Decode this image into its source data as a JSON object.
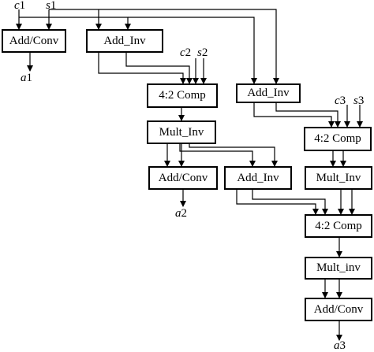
{
  "diagram": {
    "inputs": {
      "c1": "c1",
      "s1": "s1",
      "c2": "c2",
      "s2": "s2",
      "c3": "c3",
      "s3": "s3"
    },
    "outputs": {
      "a1": "a1",
      "a2": "a2",
      "a3": "a3"
    },
    "blocks": {
      "add_conv_1": "Add/Conv",
      "add_inv_1": "Add_Inv",
      "comp_1": "4:2 Comp",
      "add_inv_2": "Add_Inv",
      "mult_inv_1": "Mult_Inv",
      "comp_2": "4:2 Comp",
      "add_conv_2": "Add/Conv",
      "add_inv_3": "Add_Inv",
      "mult_inv_2": "Mult_Inv",
      "comp_3": "4:2 Comp",
      "mult_inv_3": "Mult_inv",
      "add_conv_3": "Add/Conv"
    },
    "colors": {
      "line": "#000000",
      "box_border": "#000000",
      "background": "#ffffff"
    }
  }
}
